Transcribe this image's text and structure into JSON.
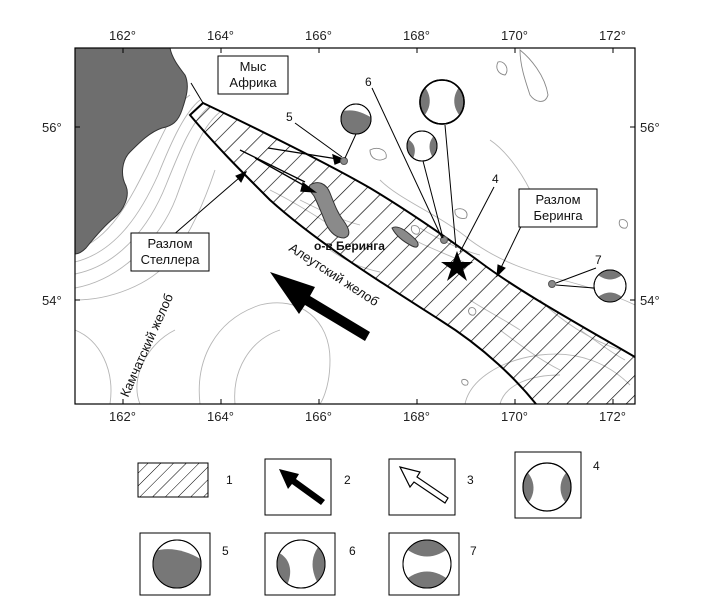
{
  "map": {
    "lon_ticks_top": [
      "162°",
      "164°",
      "166°",
      "168°",
      "170°",
      "172°"
    ],
    "lon_ticks_bottom": [
      "162°",
      "164°",
      "166°",
      "168°",
      "170°",
      "172°"
    ],
    "lat_ticks_left": [
      "56°",
      "54°"
    ],
    "lat_ticks_right": [
      "56°",
      "54°"
    ],
    "cape_label_line1": "Мыс",
    "cape_label_line2": "Африка",
    "steller_label_line1": "Разлом",
    "steller_label_line2": "Стеллера",
    "bering_fault_line1": "Разлом",
    "bering_fault_line2": "Беринга",
    "island_label": "о-в Беринга",
    "aleutian_trench": "Алеутский желоб",
    "kamchatka_trench": "Камчатский желоб",
    "callouts": [
      "4",
      "5",
      "6",
      "7"
    ],
    "colors": {
      "land": "#6e6e6e",
      "mech_fill": "#777777",
      "frame": "#000000"
    }
  },
  "legend": {
    "items": [
      {
        "num": "1",
        "symbol": "hatched-zone"
      },
      {
        "num": "2",
        "symbol": "black-arrow"
      },
      {
        "num": "3",
        "symbol": "white-arrow"
      },
      {
        "num": "4",
        "symbol": "focal-mechanism-large"
      },
      {
        "num": "5",
        "symbol": "focal-mechanism"
      },
      {
        "num": "6",
        "symbol": "focal-mechanism"
      },
      {
        "num": "7",
        "symbol": "focal-mechanism"
      }
    ]
  }
}
